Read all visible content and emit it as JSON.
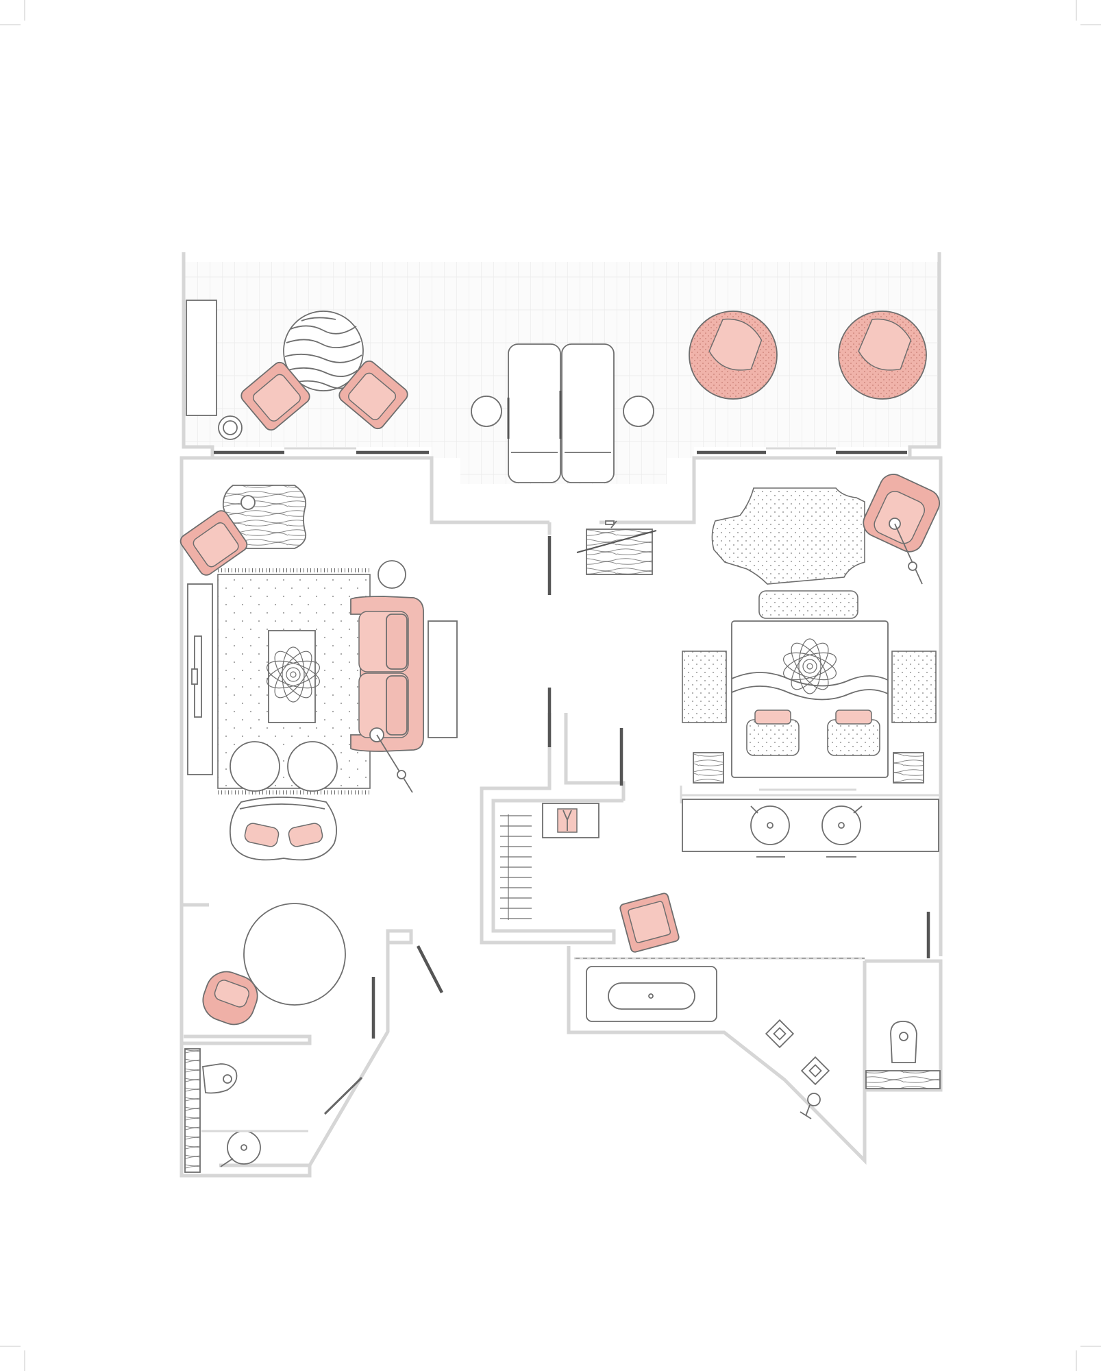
{
  "colors": {
    "wall": "#d6d6d6",
    "window_frame": "#555555",
    "furniture_outline": "#6e6e6e",
    "upholstery_pink": "#f2bcb4",
    "background": "#ffffff"
  },
  "rooms": [
    {
      "id": "terrace",
      "furniture": [
        "wood-round-table",
        "pink-armchair",
        "pink-armchair",
        "side-table",
        "sun-lounger",
        "sun-lounger",
        "round-stool",
        "round-stool",
        "pink-egg-chair",
        "pink-egg-chair",
        "planter-bench"
      ]
    },
    {
      "id": "living-room",
      "furniture": [
        "sofa",
        "coffee-table",
        "rug",
        "tv-console",
        "pouf",
        "pouf",
        "loveseat",
        "floor-lamp",
        "side-table",
        "pink-armchair"
      ]
    },
    {
      "id": "dining-area",
      "furniture": [
        "round-dining-table",
        "pink-armchair"
      ]
    },
    {
      "id": "bedroom",
      "furniture": [
        "king-bed",
        "bench",
        "nightstand",
        "nightstand",
        "reading-armchair",
        "rug",
        "desk"
      ]
    },
    {
      "id": "bathroom",
      "furniture": [
        "bathtub",
        "double-vanity",
        "shower",
        "toilet"
      ]
    },
    {
      "id": "walk-in-closet",
      "furniture": [
        "clothes-rail",
        "dresser"
      ]
    },
    {
      "id": "guest-toilet",
      "furniture": [
        "toilet",
        "basin"
      ]
    }
  ]
}
